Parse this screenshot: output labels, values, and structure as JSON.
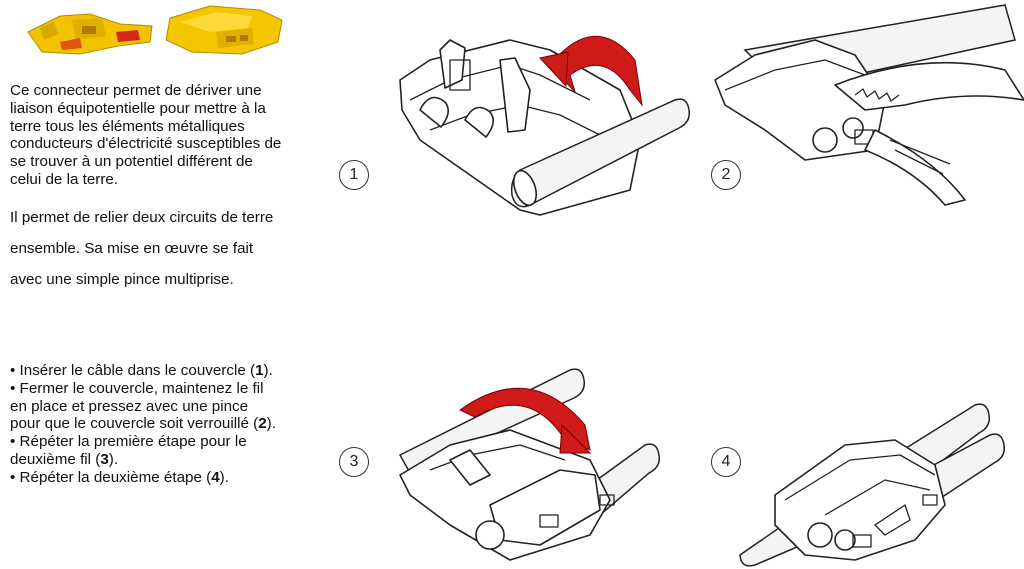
{
  "intro": {
    "line1": "Ce connecteur permet de dériver une",
    "line2": "liaison équipotentielle pour mettre à la",
    "line3": "terre tous les éléments métalliques",
    "line4": "conducteurs d'électricité susceptibles de",
    "line5": "se trouver à un potentiel différent de",
    "line6": "celui de la terre."
  },
  "purpose": {
    "line1": "Il permet de relier deux circuits de terre",
    "line2": "ensemble. Sa mise en œuvre se fait",
    "line3": "avec une simple pince multiprise."
  },
  "steps": [
    {
      "pre": "• Insérer le câble dans le couvercle (",
      "num": "1",
      "post": ")."
    },
    {
      "text": "• Fermer le couvercle, maintenez le fil"
    },
    {
      "text": "en place et pressez avec une pince"
    },
    {
      "pre": "pour que le couvercle soit verrouillé (",
      "num": "2",
      "post": ")."
    },
    {
      "text": "• Répéter la première étape pour le"
    },
    {
      "pre": "deuxième fil (",
      "num": "3",
      "post": ")."
    },
    {
      "pre": "• Répéter la deuxième étape (",
      "num": "4",
      "post": ")."
    }
  ],
  "figures": [
    {
      "number": "1"
    },
    {
      "number": "2"
    },
    {
      "number": "3"
    },
    {
      "number": "4"
    }
  ],
  "colors": {
    "arrow": "#d01818",
    "connector": "#f2c200",
    "connector_dark": "#c99a00",
    "connector_red": "#d42a1a"
  }
}
